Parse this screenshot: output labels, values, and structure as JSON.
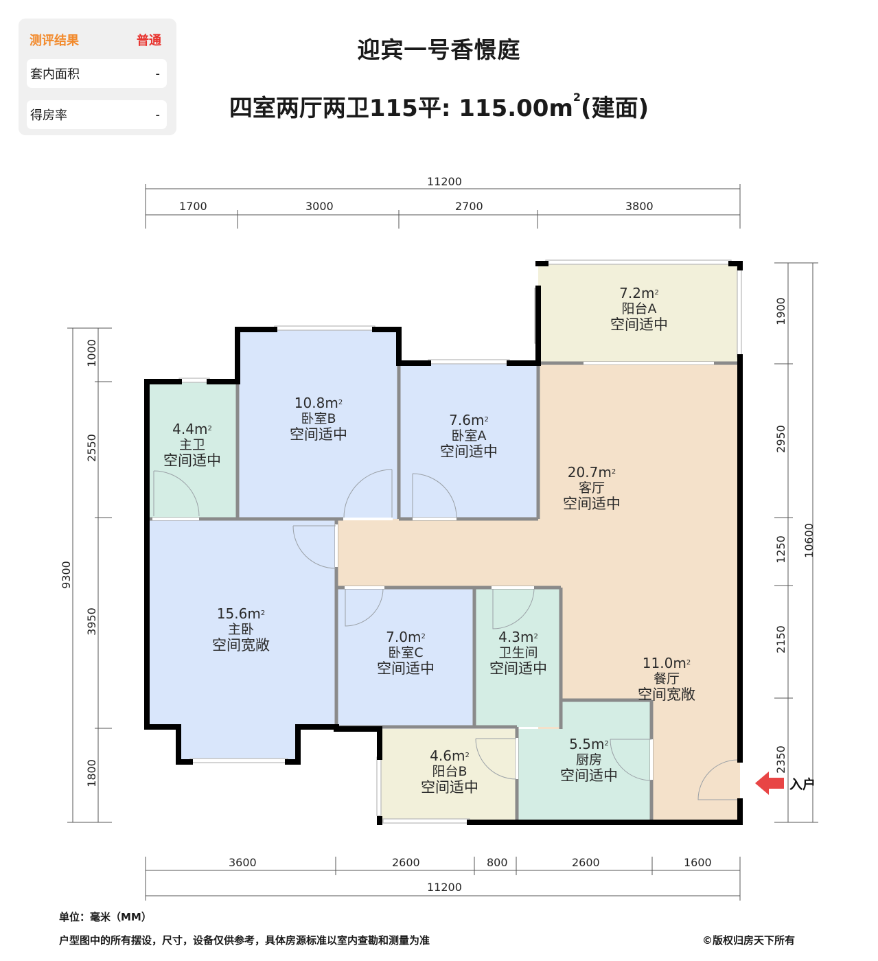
{
  "eval_card": {
    "header_label": "测评结果",
    "header_value": "普通",
    "rows": [
      {
        "label": "套内面积",
        "value": "-"
      },
      {
        "label": "得房率",
        "value": "-"
      }
    ],
    "colors": {
      "header_label": "#f28a2c",
      "header_value": "#e8322d"
    }
  },
  "title": {
    "project": "迎宾一号香憬庭",
    "layout_prefix": "四室两厅两卫115平: 115.00m",
    "layout_sup": "2",
    "layout_suffix": "(建面)"
  },
  "rooms": [
    {
      "id": "master-bath",
      "area": "4.4m",
      "name": "主卫",
      "desc": "空间适中",
      "color": "#d4ede4"
    },
    {
      "id": "bedroom-b",
      "area": "10.8m",
      "name": "卧室B",
      "desc": "空间适中",
      "color": "#d9e6fb"
    },
    {
      "id": "bedroom-a",
      "area": "7.6m",
      "name": "卧室A",
      "desc": "空间适中",
      "color": "#d9e6fb"
    },
    {
      "id": "balcony-a",
      "area": "7.2m",
      "name": "阳台A",
      "desc": "空间适中",
      "color": "#f2f0da"
    },
    {
      "id": "living",
      "area": "20.7m",
      "name": "客厅",
      "desc": "空间适中",
      "color": "#f4e1ca"
    },
    {
      "id": "master-bedroom",
      "area": "15.6m",
      "name": "主卧",
      "desc": "空间宽敞",
      "color": "#d9e6fb"
    },
    {
      "id": "bedroom-c",
      "area": "7.0m",
      "name": "卧室C",
      "desc": "空间适中",
      "color": "#d9e6fb"
    },
    {
      "id": "bathroom",
      "area": "4.3m",
      "name": "卫生间",
      "desc": "空间适中",
      "color": "#d4ede4"
    },
    {
      "id": "dining",
      "area": "11.0m",
      "name": "餐厅",
      "desc": "空间宽敞",
      "color": "#f4e1ca"
    },
    {
      "id": "balcony-b",
      "area": "4.6m",
      "name": "阳台B",
      "desc": "空间适中",
      "color": "#f2f0da"
    },
    {
      "id": "kitchen",
      "area": "5.5m",
      "name": "厨房",
      "desc": "空间适中",
      "color": "#d4ede4"
    }
  ],
  "area_sup": "2",
  "dimensions": {
    "top_total": "11200",
    "top": [
      "1700",
      "3000",
      "2700",
      "3800"
    ],
    "bottom": [
      "3600",
      "2600",
      "800",
      "2600",
      "1600"
    ],
    "bottom_total": "11200",
    "left_total": "9300",
    "left": [
      "1000",
      "2550",
      "3950",
      "1800"
    ],
    "right": [
      "1900",
      "2950",
      "1250",
      "2150",
      "2350"
    ],
    "right_total": "10600"
  },
  "entry": {
    "label": "入户",
    "arrow_color": "#e84545"
  },
  "footer": {
    "unit": "单位：毫米（MM）",
    "disclaimer": "户型图中的所有摆设，尺寸，设备仅供参考，具体房源标准以室内查勘和测量为准",
    "copyright": "©版权归房天下所有"
  }
}
